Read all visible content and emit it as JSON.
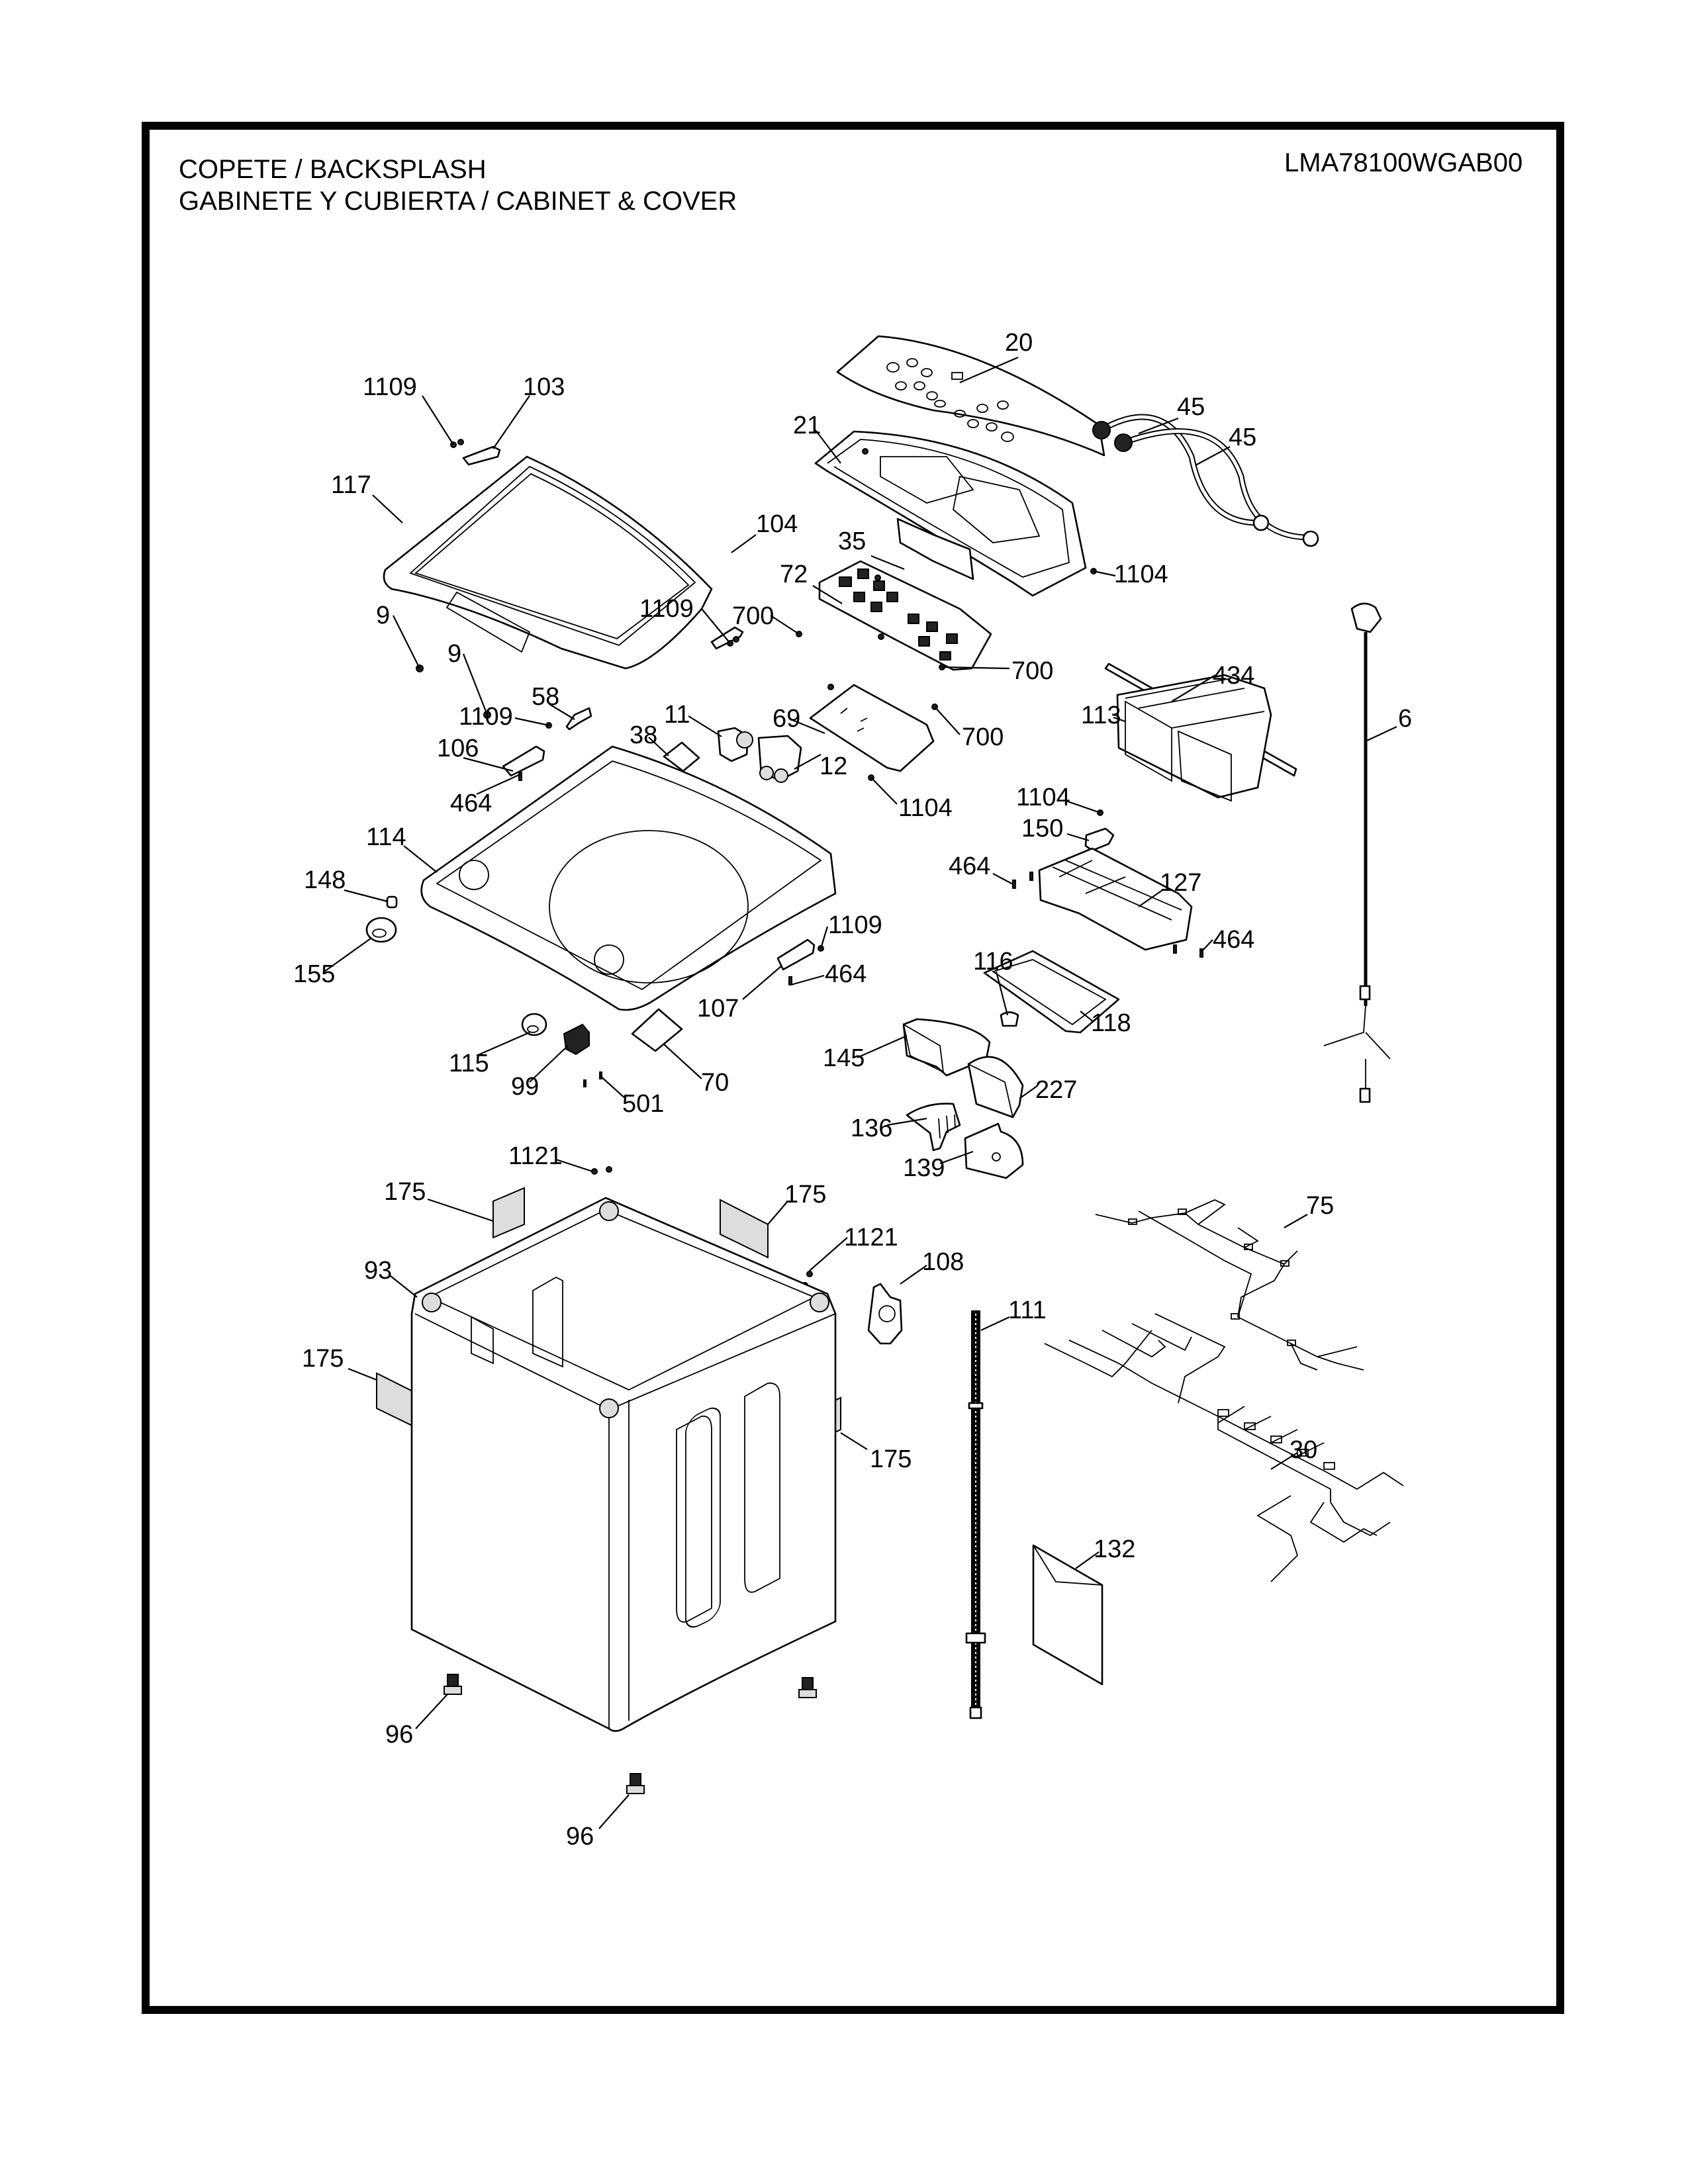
{
  "header": {
    "title_line1": "COPETE / BACKSPLASH",
    "title_line2": "GABINETE Y CUBIERTA / CABINET & COVER",
    "model_number": "LMA78100WGAB00"
  },
  "callouts": [
    {
      "id": "c20",
      "label": "20",
      "part": "control-panel-overlay"
    },
    {
      "id": "c1109a",
      "label": "1109",
      "part": "screw"
    },
    {
      "id": "c103",
      "label": "103",
      "part": "lid-hinge-left"
    },
    {
      "id": "c21",
      "label": "21",
      "part": "backsplash-housing"
    },
    {
      "id": "c45a",
      "label": "45",
      "part": "inlet-hose"
    },
    {
      "id": "c45b",
      "label": "45",
      "part": "inlet-hose"
    },
    {
      "id": "c117",
      "label": "117",
      "part": "lid-assembly"
    },
    {
      "id": "c104",
      "label": "104",
      "part": "lid-hinge-right"
    },
    {
      "id": "c35",
      "label": "35",
      "part": "display-window"
    },
    {
      "id": "c1104a",
      "label": "1104",
      "part": "screw"
    },
    {
      "id": "c72",
      "label": "72",
      "part": "control-board"
    },
    {
      "id": "c9a",
      "label": "9",
      "part": "bumper"
    },
    {
      "id": "c1109b",
      "label": "1109",
      "part": "screw"
    },
    {
      "id": "c700a",
      "label": "700",
      "part": "screw"
    },
    {
      "id": "c9b",
      "label": "9",
      "part": "bumper"
    },
    {
      "id": "c700b",
      "label": "700",
      "part": "screw"
    },
    {
      "id": "c434",
      "label": "434",
      "part": "tube"
    },
    {
      "id": "c58",
      "label": "58",
      "part": "switch"
    },
    {
      "id": "c1109c",
      "label": "1109",
      "part": "screw"
    },
    {
      "id": "c11",
      "label": "11",
      "part": "water-valve-single"
    },
    {
      "id": "c69",
      "label": "69",
      "part": "pcb-cover"
    },
    {
      "id": "c6",
      "label": "6",
      "part": "power-cord"
    },
    {
      "id": "c113",
      "label": "113",
      "part": "dispenser-housing"
    },
    {
      "id": "c700c",
      "label": "700",
      "part": "screw"
    },
    {
      "id": "c38",
      "label": "38",
      "part": "label"
    },
    {
      "id": "c106",
      "label": "106",
      "part": "hinge-bracket-left"
    },
    {
      "id": "c12",
      "label": "12",
      "part": "water-valve-double"
    },
    {
      "id": "c1104b",
      "label": "1104",
      "part": "screw"
    },
    {
      "id": "c464a",
      "label": "464",
      "part": "screw"
    },
    {
      "id": "c1104c",
      "label": "1104",
      "part": "screw"
    },
    {
      "id": "c150",
      "label": "150",
      "part": "clip"
    },
    {
      "id": "c114",
      "label": "114",
      "part": "top-cover"
    },
    {
      "id": "c148",
      "label": "148",
      "part": "cap"
    },
    {
      "id": "c464b",
      "label": "464",
      "part": "screw"
    },
    {
      "id": "c127",
      "label": "127",
      "part": "dispenser-frame"
    },
    {
      "id": "c1109d",
      "label": "1109",
      "part": "screw"
    },
    {
      "id": "c464c",
      "label": "464",
      "part": "screw"
    },
    {
      "id": "c155",
      "label": "155",
      "part": "grommet"
    },
    {
      "id": "c107",
      "label": "107",
      "part": "hinge-bracket-right"
    },
    {
      "id": "c464d",
      "label": "464",
      "part": "screw"
    },
    {
      "id": "c116",
      "label": "116",
      "part": "cap"
    },
    {
      "id": "c118",
      "label": "118",
      "part": "dispenser-tray"
    },
    {
      "id": "c115",
      "label": "115",
      "part": "grommet"
    },
    {
      "id": "c145",
      "label": "145",
      "part": "drawer"
    },
    {
      "id": "c99",
      "label": "99",
      "part": "lid-lock"
    },
    {
      "id": "c70",
      "label": "70",
      "part": "label"
    },
    {
      "id": "c227",
      "label": "227",
      "part": "drawer"
    },
    {
      "id": "c501",
      "label": "501",
      "part": "screw"
    },
    {
      "id": "c136",
      "label": "136",
      "part": "siphon"
    },
    {
      "id": "c139",
      "label": "139",
      "part": "siphon-cover"
    },
    {
      "id": "c1121a",
      "label": "1121",
      "part": "screw"
    },
    {
      "id": "c175a",
      "label": "175",
      "part": "pad"
    },
    {
      "id": "c175b",
      "label": "175",
      "part": "pad"
    },
    {
      "id": "c75",
      "label": "75",
      "part": "wire-harness"
    },
    {
      "id": "c1121b",
      "label": "1121",
      "part": "screw"
    },
    {
      "id": "c108",
      "label": "108",
      "part": "bracket"
    },
    {
      "id": "c93",
      "label": "93",
      "part": "cabinet"
    },
    {
      "id": "c111",
      "label": "111",
      "part": "drain-hose"
    },
    {
      "id": "c175c",
      "label": "175",
      "part": "pad"
    },
    {
      "id": "c175d",
      "label": "175",
      "part": "pad"
    },
    {
      "id": "c30",
      "label": "30",
      "part": "wire-harness-main"
    },
    {
      "id": "c132",
      "label": "132",
      "part": "manual"
    },
    {
      "id": "c96a",
      "label": "96",
      "part": "leveling-leg"
    },
    {
      "id": "c96b",
      "label": "96",
      "part": "leveling-leg"
    }
  ]
}
